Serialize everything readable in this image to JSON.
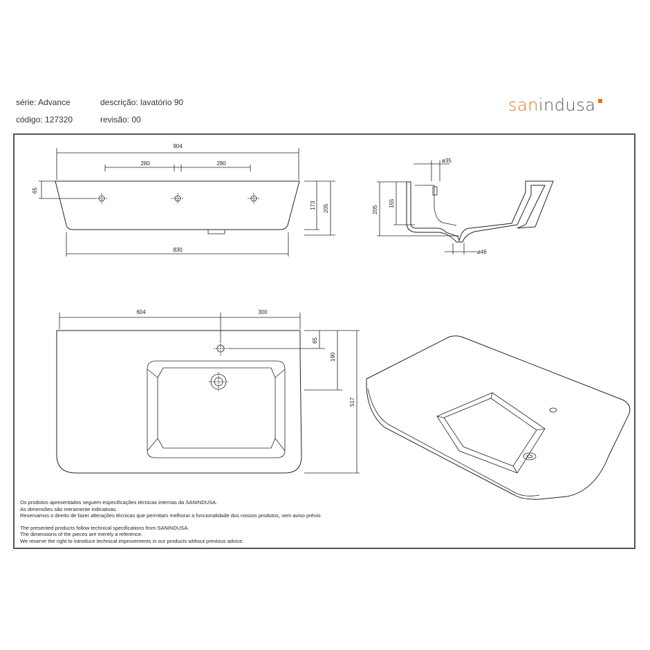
{
  "header": {
    "serie_label": "série: Advance",
    "descricao_label": "descrição: lavatório 90",
    "codigo_label": "código: 127320",
    "revisao_label": "revisão: 00"
  },
  "brand": {
    "part1": "san",
    "part2": "indusa",
    "accent_color": "#e8731c"
  },
  "dimensions": {
    "top_width": "904",
    "hole_spacing_left": "280",
    "hole_spacing_right": "280",
    "hole_offset": "65",
    "inner_height": "173",
    "total_height": "205",
    "bottom_width": "830",
    "side_total_height": "205",
    "side_inner_height": "155",
    "drain_top": "ø35",
    "drain_bottom": "ø46",
    "plan_left": "604",
    "plan_right": "300",
    "plan_hole_offset": "65",
    "plan_depth_to_bowl": "190",
    "plan_total_depth": "517"
  },
  "notes": {
    "pt": [
      "Os produtos apresentados seguem especificações técnicas internas da SANINDUSA.",
      "As dimensões são meramente indicativas.",
      "Reservamos o direito de fazer alterações técnicas que permitam melhorar a funcionalidade dos nossos produtos, sem aviso prévio."
    ],
    "en": [
      "The presented products follow technical specifications from SANINDUSA.",
      "The dimensions of the pieces are merely a reference.",
      "We reserve the right to introduce technical improvements in our products without previous advice."
    ]
  }
}
